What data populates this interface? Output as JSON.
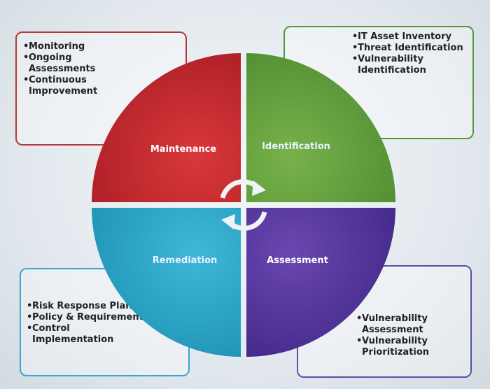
{
  "quadrants": {
    "maintenance": {
      "label": "Maintenance",
      "color": "#c3252b"
    },
    "identification": {
      "label": "Identification",
      "color": "#5d9a3a"
    },
    "remediation": {
      "label": "Remediation",
      "color": "#23a3c6"
    },
    "assessment": {
      "label": "Assessment",
      "color": "#54339a"
    }
  },
  "callouts": {
    "maintenance": {
      "items": [
        "Monitoring",
        "Ongoing Assessments",
        "Continuous Improvement"
      ],
      "border_color": "#b23a3a"
    },
    "identification": {
      "items": [
        "IT Asset Inventory",
        "Threat Identification",
        "Vulnerability Identification"
      ],
      "border_color": "#4e9a3a"
    },
    "remediation": {
      "items": [
        "Risk Response Plan",
        "Policy & Requirements",
        "Control Implementation"
      ],
      "border_color": "#3aa7cf"
    },
    "assessment": {
      "items": [
        "Vulnerability Assessment",
        "Vulnerability Prioritization"
      ],
      "border_color": "#5a51a6"
    }
  },
  "center_icon": "cycle-arrows-icon"
}
